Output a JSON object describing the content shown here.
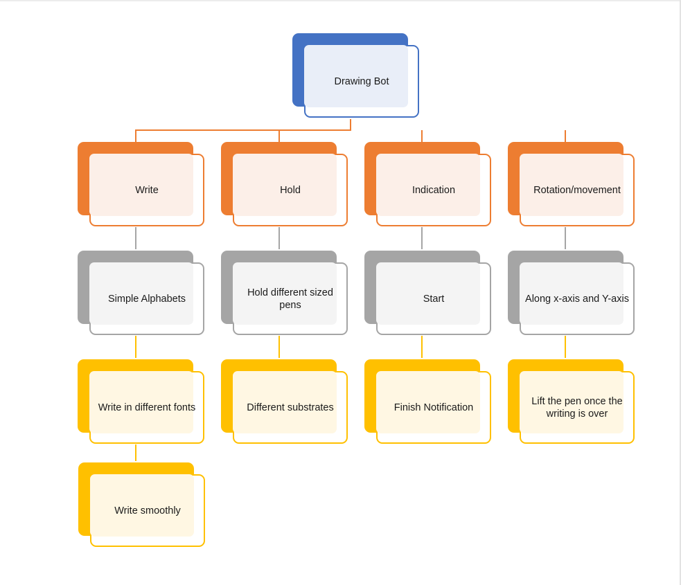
{
  "diagram": {
    "root": {
      "label": "Drawing Bot"
    },
    "branches": [
      {
        "label": "Write",
        "items": [
          "Simple Alphabets",
          "Write in different fonts",
          "Write smoothly"
        ]
      },
      {
        "label": "Hold",
        "items": [
          "Hold different sized pens",
          "Different substrates"
        ]
      },
      {
        "label": "Indication",
        "items": [
          "Start",
          "Finish Notification"
        ]
      },
      {
        "label": "Rotation/movement",
        "items": [
          "Along x-axis and Y-axis",
          "Lift the pen once the writing is over"
        ]
      }
    ],
    "colors": {
      "root": "#4472c4",
      "branch": "#ed7d31",
      "level2": "#a5a5a5",
      "level3": "#ffc000"
    }
  }
}
